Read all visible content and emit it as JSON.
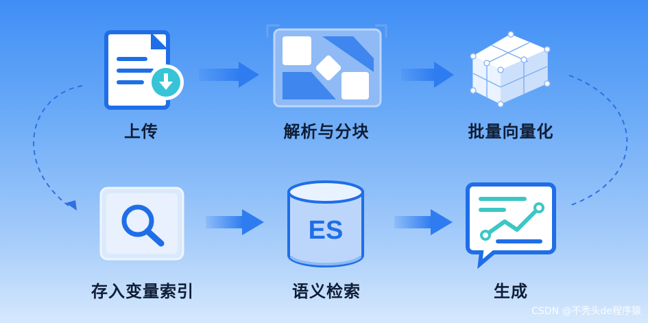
{
  "steps": {
    "upload": "上传",
    "parse": "解析与分块",
    "vectorize": "批量向量化",
    "index": "存入变量索引",
    "search": "语义检索",
    "generate": "生成"
  },
  "es_text": "ES",
  "watermark": "CSDN @不秃头de程序猿",
  "colors": {
    "accent": "#1f6ee8",
    "label": "#0f1d35",
    "arrow": "#2f7cf0",
    "teal": "#3dc6c6"
  },
  "icons": [
    "document-download-icon",
    "grid-split-icon",
    "cube-grid-icon",
    "search-icon",
    "database-icon",
    "chart-trend-icon"
  ]
}
